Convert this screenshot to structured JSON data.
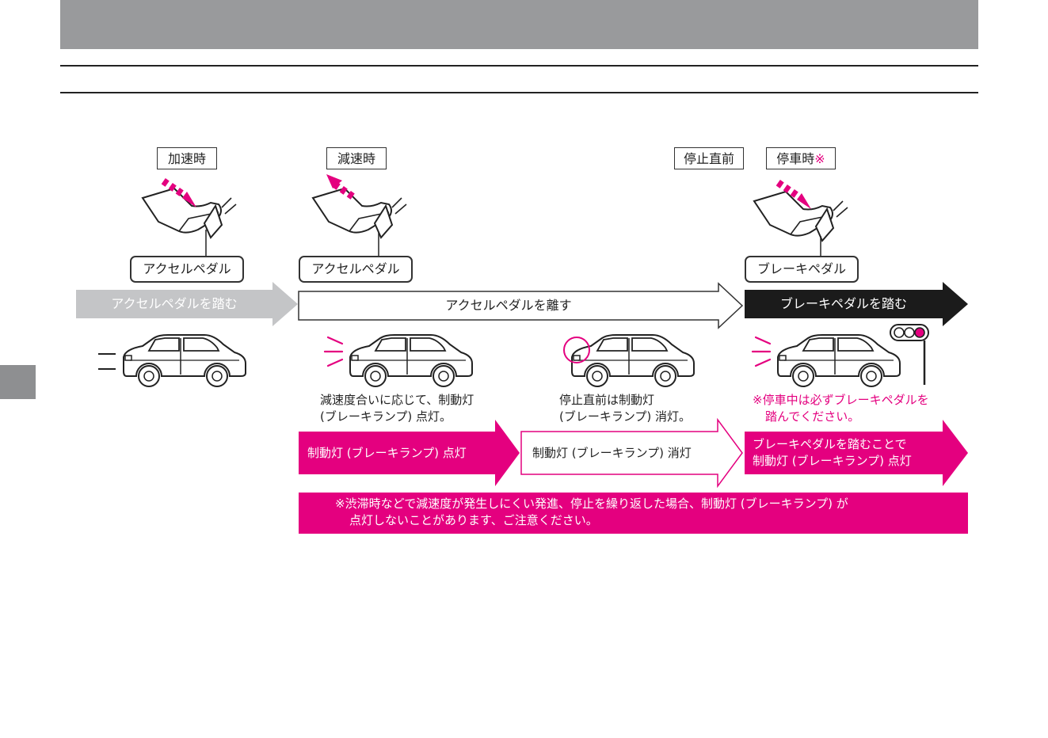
{
  "stages": {
    "accel": "加速時",
    "decel": "減速時",
    "before_stop": "停止直前",
    "stopped": "停車時",
    "stopped_mark": "※"
  },
  "pedals": {
    "accel_1": "アクセルペダル",
    "accel_2": "アクセルペダル",
    "brake": "ブレーキペダル"
  },
  "actions": {
    "press_accel": "アクセルペダルを踏む",
    "release_accel": "アクセルペダルを離す",
    "press_brake": "ブレーキペダルを踏む"
  },
  "captions": {
    "decel_line1": "減速度合いに応じて、制動灯",
    "decel_line2": "(ブレーキランプ) 点灯。",
    "before_stop_line1": "停止直前は制動灯",
    "before_stop_line2": "(ブレーキランプ) 消灯。",
    "stopped_line1": "※停車中は必ずブレーキペダルを",
    "stopped_line2": "踏んでください。"
  },
  "lamp_states": {
    "on": "制動灯 (ブレーキランプ) 点灯",
    "off": "制動灯 (ブレーキランプ) 消灯",
    "brake_line1": "ブレーキペダルを踏むことで",
    "brake_line2": "制動灯 (ブレーキランプ) 点灯"
  },
  "notice": {
    "line1": "※渋滞時などで減速度が発生しにくい発進、停止を繰り返した場合、制動灯 (ブレーキランプ) が",
    "line2": "点灯しないことがあります、ご注意ください。"
  },
  "colors": {
    "accent": "#e4007f",
    "header": "#999a9c",
    "gray_arrow": "#c4c5c7",
    "dark_arrow": "#1b1b1b"
  },
  "icons": [
    "foot-on-pedal-icon",
    "car-icon",
    "brake-glow-icon",
    "traffic-light-icon",
    "press-arrow-icon",
    "release-arrow-icon"
  ]
}
